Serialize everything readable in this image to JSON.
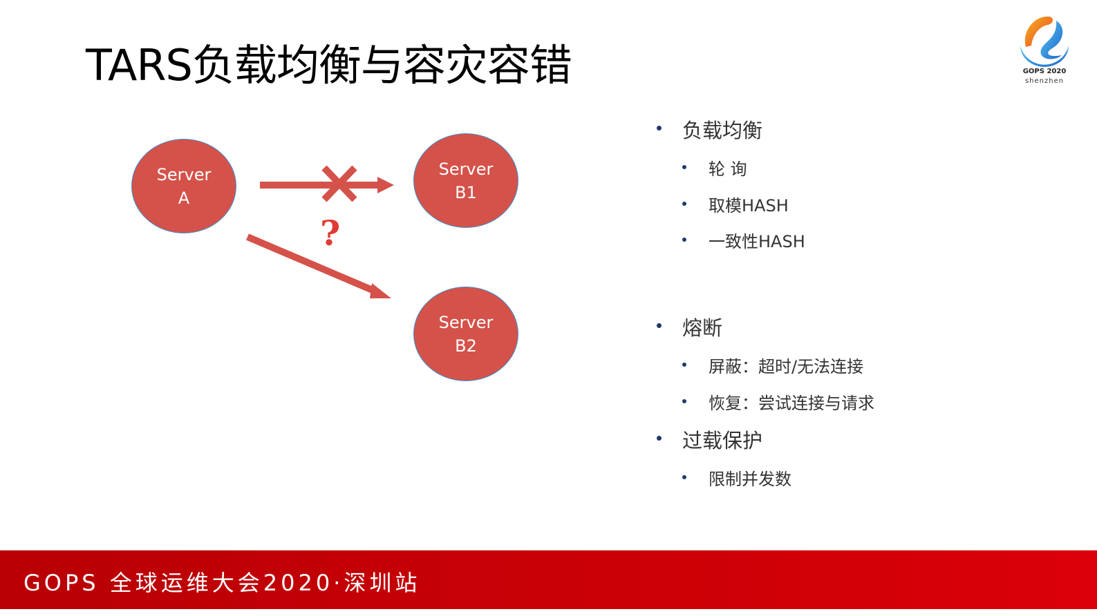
{
  "slide": {
    "title": "TARS负载均衡与容灾容错"
  },
  "logo": {
    "line1": "GOPS 2020",
    "line2": "shenzhen"
  },
  "diagram": {
    "nodes": [
      {
        "id": "A",
        "line1": "Server",
        "line2": "A"
      },
      {
        "id": "B1",
        "line1": "Server",
        "line2": "B1"
      },
      {
        "id": "B2",
        "line1": "Server",
        "line2": "B2"
      }
    ],
    "question_mark": "?",
    "colors": {
      "node_fill": "#d4524a",
      "node_border": "#3b8fd0",
      "arrow": "#d4524a",
      "question": "#e03a32"
    }
  },
  "bullets": [
    {
      "level": 1,
      "text": "负载均衡"
    },
    {
      "level": 2,
      "text": "轮 询"
    },
    {
      "level": 2,
      "text": "取模HASH"
    },
    {
      "level": 2,
      "text": "一致性HASH"
    },
    {
      "level": 1,
      "text": "熔断"
    },
    {
      "level": 2,
      "text": "屏蔽：超时/无法连接"
    },
    {
      "level": 2,
      "text": "恢复：尝试连接与请求"
    },
    {
      "level": 1,
      "text": "过载保护"
    },
    {
      "level": 2,
      "text": "限制并发数"
    }
  ],
  "footer": {
    "text": "GOPS 全球运维大会2020·深圳站",
    "color": "#c80006"
  }
}
